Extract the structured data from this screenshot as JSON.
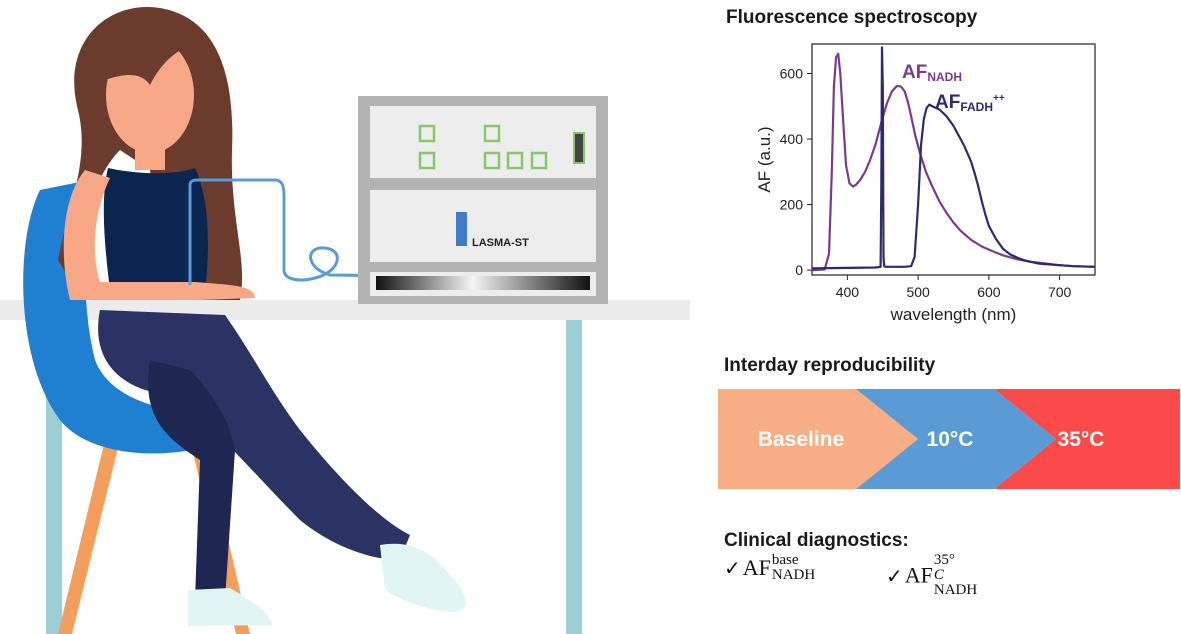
{
  "device": {
    "label": "LASMA-ST"
  },
  "headings": {
    "spectroscopy": "Fluorescence spectroscopy",
    "reproducibility": "Interday reproducibility",
    "diagnostics": "Clinical diagnostics:"
  },
  "steps": [
    {
      "label": "Baseline",
      "color": "#f8ae84"
    },
    {
      "label": "10°C",
      "color": "#5b9bd5"
    },
    {
      "label": "35°C",
      "color": "#fb4a4a"
    }
  ],
  "diagnostics": [
    {
      "check": "✓",
      "base": "AF",
      "sup": "base",
      "sub": "NADH"
    },
    {
      "check": "✓",
      "base": "AF",
      "sup": "35°",
      "sup_italic": "C",
      "sub": "NADH"
    }
  ],
  "colors": {
    "nadh": "#7a3b8c",
    "fadh": "#2d2a6e",
    "cable": "#5b9bd5",
    "chair": "#1f7fd1",
    "table_legs": "#9ccfd3",
    "shirt": "#0a2550",
    "pants": "#2a3363",
    "hair": "#6b3b2e",
    "skin": "#f9a887"
  },
  "chart_data": {
    "type": "line",
    "xlabel": "wavelength (nm)",
    "ylabel": "AF (a.u.)",
    "xlim": [
      350,
      750
    ],
    "ylim": [
      -15,
      690
    ],
    "xticks": [
      400,
      500,
      600,
      700
    ],
    "yticks": [
      0,
      200,
      400,
      600
    ],
    "series": [
      {
        "name": "AF",
        "name_sub": "NADH",
        "color": "#7a3b8c",
        "x": [
          350,
          368,
          374,
          378,
          381,
          384,
          387,
          390,
          394,
          398,
          403,
          408,
          412,
          418,
          425,
          432,
          440,
          448,
          456,
          463,
          470,
          476,
          481,
          486,
          491,
          496,
          503,
          511,
          520,
          530,
          540,
          550,
          560,
          575,
          590,
          605,
          620,
          640,
          660,
          680,
          700,
          720,
          750
        ],
        "y": [
          0,
          2,
          50,
          300,
          560,
          650,
          660,
          600,
          460,
          320,
          265,
          255,
          260,
          275,
          300,
          335,
          385,
          450,
          510,
          545,
          562,
          560,
          545,
          510,
          460,
          410,
          355,
          300,
          255,
          210,
          175,
          145,
          120,
          92,
          72,
          58,
          45,
          33,
          25,
          20,
          15,
          12,
          10
        ]
      },
      {
        "name": "AF",
        "name_sub": "FADH",
        "name_sup": "++",
        "color": "#2d2a6e",
        "x": [
          350,
          440,
          447,
          448,
          449,
          450,
          451,
          452,
          454,
          480,
          490,
          495,
          500,
          504,
          508,
          512,
          516,
          520,
          525,
          530,
          535,
          540,
          545,
          550,
          555,
          560,
          565,
          570,
          575,
          580,
          585,
          590,
          595,
          600,
          610,
          620,
          630,
          640,
          650,
          660,
          670,
          680,
          700,
          720,
          750
        ],
        "y": [
          5,
          8,
          10,
          250,
          680,
          560,
          40,
          12,
          10,
          10,
          12,
          40,
          200,
          380,
          460,
          495,
          505,
          500,
          495,
          490,
          480,
          470,
          455,
          440,
          420,
          400,
          380,
          355,
          330,
          295,
          255,
          210,
          170,
          135,
          95,
          65,
          48,
          38,
          30,
          25,
          20,
          18,
          15,
          12,
          10
        ]
      }
    ]
  }
}
